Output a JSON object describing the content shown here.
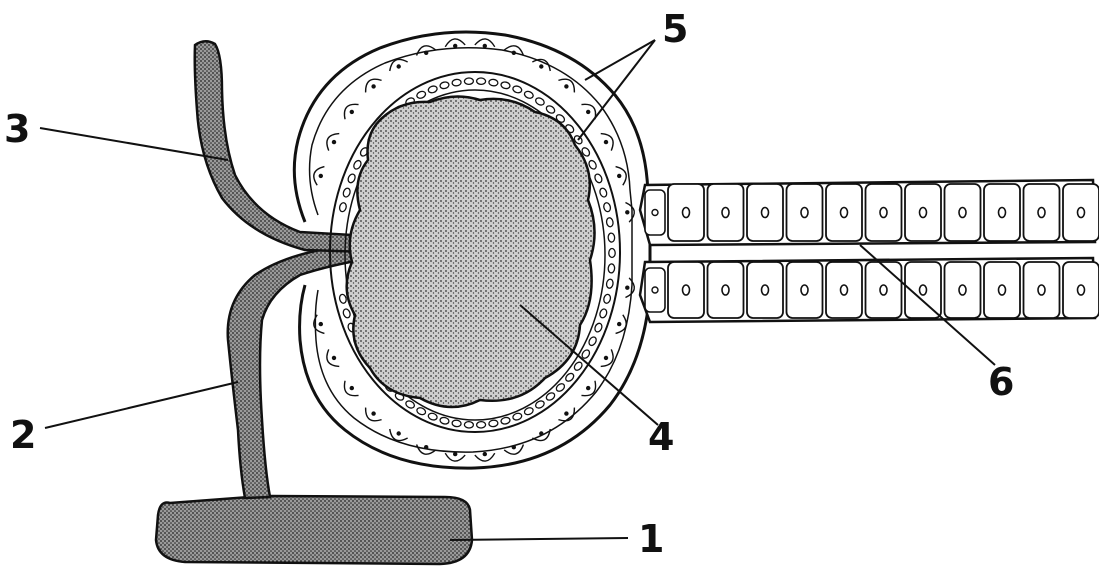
{
  "labels": {
    "l1": "1",
    "l2": "2",
    "l3": "3",
    "l4": "4",
    "l5": "5",
    "l6": "6"
  },
  "colors": {
    "ink": "#111111",
    "stipple": "#555555",
    "paper": "#ffffff"
  }
}
